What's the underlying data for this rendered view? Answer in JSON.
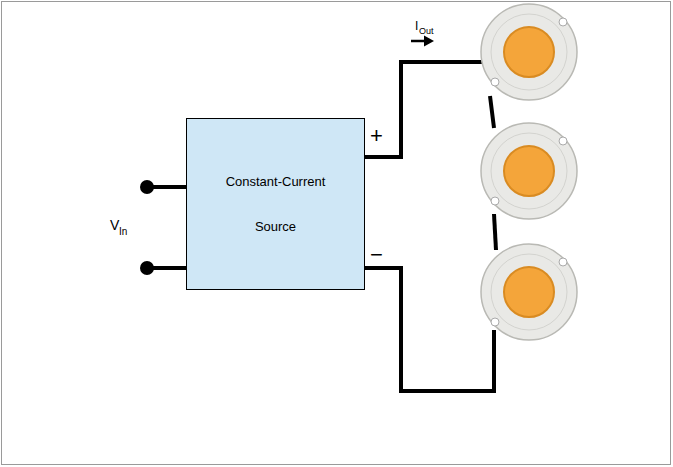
{
  "diagram": {
    "nodes": [
      {
        "text": [
          "Constant-Current Source"
        ]
      }
    ],
    "labels": [
      "V",
      "In",
      "I",
      "Out",
      "+",
      "−"
    ]
  }
}
